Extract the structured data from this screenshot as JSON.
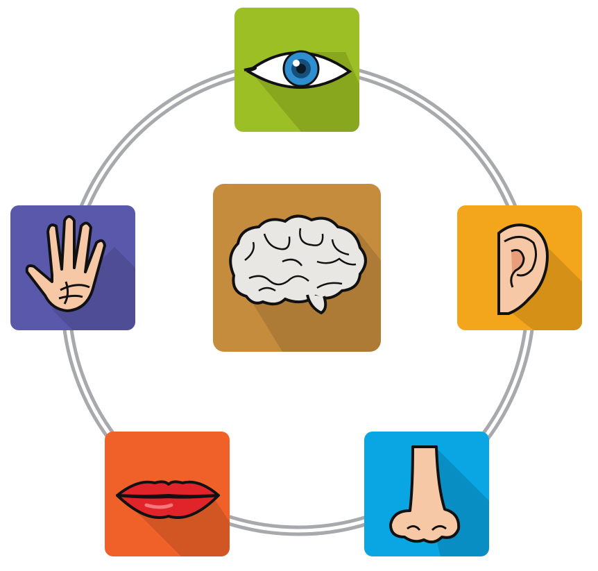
{
  "diagram": {
    "ring_color": "#a7a9ac",
    "tiles": [
      {
        "id": "eye",
        "icon": "eye-icon",
        "color": "#9bbf24"
      },
      {
        "id": "ear",
        "icon": "ear-icon",
        "color": "#f3a61b"
      },
      {
        "id": "nose",
        "icon": "nose-icon",
        "color": "#0aa6e4"
      },
      {
        "id": "mouth",
        "icon": "mouth-icon",
        "color": "#f0612a"
      },
      {
        "id": "hand",
        "icon": "hand-icon",
        "color": "#5a58aa"
      },
      {
        "id": "brain",
        "icon": "brain-icon",
        "color": "#c68c3e"
      }
    ]
  }
}
